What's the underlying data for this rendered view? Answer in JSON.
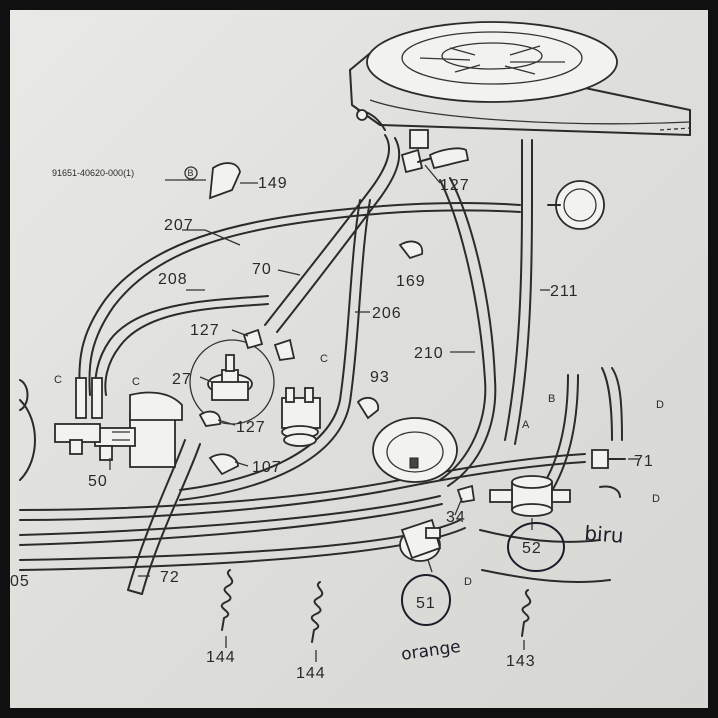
{
  "part_number_ref": "91651-40620-000(1)",
  "circle_b": "B",
  "labels": {
    "l149": "149",
    "l127a": "127",
    "l207": "207",
    "l208": "208",
    "l70": "70",
    "l169": "169",
    "l211": "211",
    "l206": "206",
    "l127b": "127",
    "l27": "27",
    "l127c": "127",
    "l210": "210",
    "l93": "93",
    "l107": "107",
    "l50": "50",
    "l34": "34",
    "l71": "71",
    "l72": "72",
    "l51": "51",
    "l52": "52",
    "l144a": "144",
    "l144b": "144",
    "l143": "143",
    "l05": "05"
  },
  "connectors": {
    "c1": "C",
    "c2": "C",
    "c3": "C",
    "b1": "B",
    "d1": "D",
    "d2": "D",
    "d3": "D",
    "a1": "A"
  },
  "handwriting": {
    "biru": "biru",
    "orange": "orange"
  }
}
